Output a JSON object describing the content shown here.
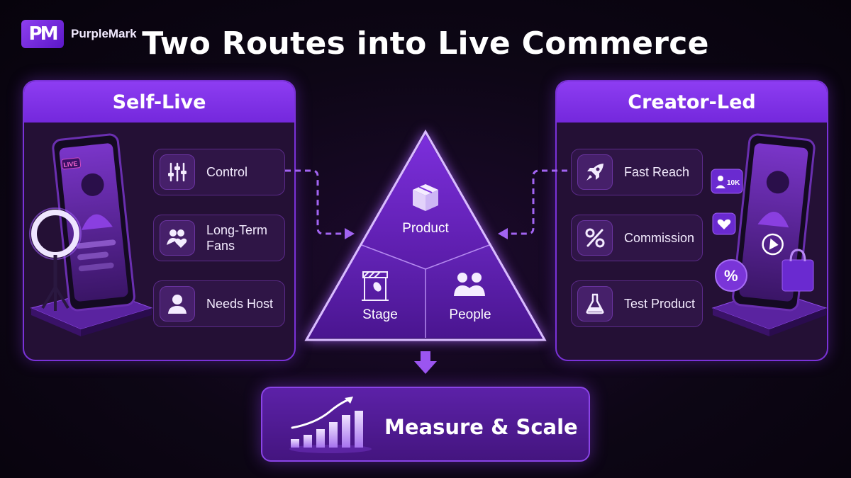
{
  "brand": {
    "name": "PurpleMark",
    "logo_text": "PM"
  },
  "title": "Two Routes into Live Commerce",
  "self_live": {
    "title": "Self-Live",
    "features": [
      {
        "label": "Control",
        "icon": "sliders-icon"
      },
      {
        "label": "Long-Term\nFans",
        "icon": "people-heart-icon"
      },
      {
        "label": "Needs Host",
        "icon": "person-icon"
      }
    ],
    "illustration": {
      "badge": "LIVE"
    }
  },
  "creator_led": {
    "title": "Creator-Led",
    "features": [
      {
        "label": "Fast Reach",
        "icon": "rocket-icon"
      },
      {
        "label": "Commission",
        "icon": "percent-icon"
      },
      {
        "label": "Test Product",
        "icon": "flask-icon"
      }
    ],
    "illustration": {
      "badge": "10K"
    }
  },
  "pyramid": {
    "top": {
      "label": "Product",
      "icon": "box-icon"
    },
    "bottom_left": {
      "label": "Stage",
      "icon": "stage-truss-icon"
    },
    "bottom_right": {
      "label": "People",
      "icon": "group-icon"
    }
  },
  "outcome": {
    "label": "Measure & Scale",
    "icon": "growth-chart-icon"
  },
  "colors": {
    "background": "#0d0615",
    "accent": "#8d3df2",
    "panel": "#241035",
    "border": "#7a32d8"
  }
}
